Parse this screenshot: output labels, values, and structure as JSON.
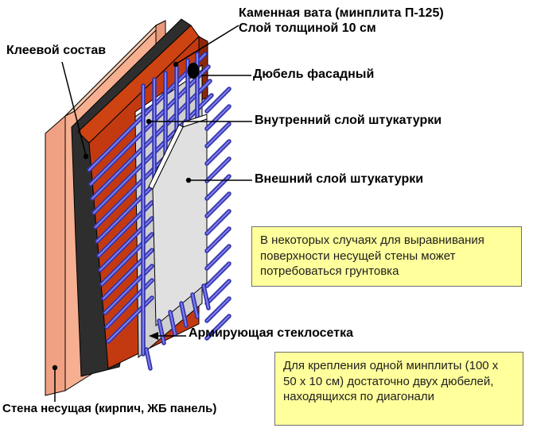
{
  "labels": {
    "mineral_wool_line1": "Каменная вата (минплита П-125)",
    "mineral_wool_line2": "Слой толщиной 10 см",
    "adhesive": "Клеевой состав",
    "dowel": "Дюбель фасадный",
    "inner_plaster": "Внутренний слой штукатурки",
    "outer_plaster": "Внешний слой штукатурки",
    "mesh": "Армирующая стеклосетка",
    "bearing_wall": "Стена несущая (кирпич, ЖБ панель)"
  },
  "notes": [
    {
      "text": "В некоторых случаях для выравнивания поверхности несущей стены может потребоваться грунтовка"
    },
    {
      "text": "Для крепления одной минплиты (100 x 50 x 10 см) достаточно двух дюбелей, находящихся по диагонали"
    }
  ],
  "colors": {
    "wall_front": "#F6AF90",
    "wall_end": "#F1A183",
    "wall_top": "#FACAAF",
    "wall_right_end": "#E9997A",
    "adhesive": "#2E2E2E",
    "insulation_front": "#C43A10",
    "insulation_top": "#CE4312",
    "insulation_right_end": "#8F2808",
    "inner_plaster": "#CFCFCF",
    "outer_plaster": "#E0E0E0",
    "bevel": "#FFFFFF",
    "rod_dark": "#3434AE",
    "rod_light": "#8080EC",
    "note_bg": "#FFFF9C",
    "note_border": "#707070",
    "note_text": "#1E1E1E"
  }
}
